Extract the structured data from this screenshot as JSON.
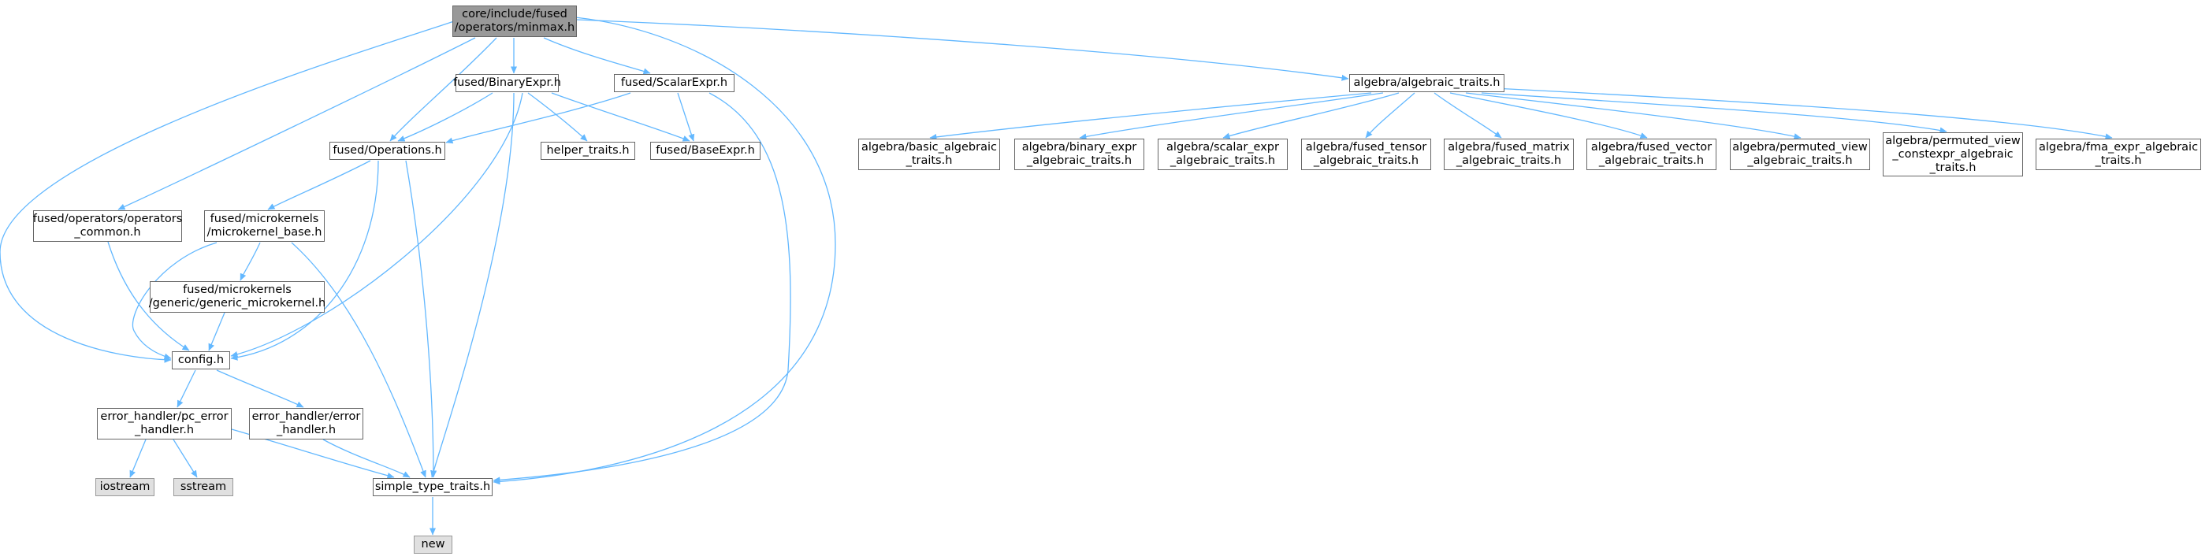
{
  "colors": {
    "edge": "#63b8ff",
    "focus_fill": "#999999",
    "external_fill": "#e0e0e0",
    "border": "#666666"
  },
  "nodes": {
    "minmax": {
      "lines": [
        "core/include/fused",
        "/operators/minmax.h"
      ],
      "kind": "focus"
    },
    "binaryexpr": {
      "lines": [
        "fused/BinaryExpr.h"
      ],
      "kind": "file"
    },
    "scalarexpr": {
      "lines": [
        "fused/ScalarExpr.h"
      ],
      "kind": "file"
    },
    "algtraits": {
      "lines": [
        "algebra/algebraic_traits.h"
      ],
      "kind": "file"
    },
    "operations": {
      "lines": [
        "fused/Operations.h"
      ],
      "kind": "file"
    },
    "helper": {
      "lines": [
        "helper_traits.h"
      ],
      "kind": "file"
    },
    "baseexpr": {
      "lines": [
        "fused/BaseExpr.h"
      ],
      "kind": "file"
    },
    "opcommon": {
      "lines": [
        "fused/operators/operators",
        "_common.h"
      ],
      "kind": "file"
    },
    "mkbase": {
      "lines": [
        "fused/microkernels",
        "/microkernel_base.h"
      ],
      "kind": "file"
    },
    "mkgeneric": {
      "lines": [
        "fused/microkernels",
        "/generic/generic_microkernel.h"
      ],
      "kind": "file"
    },
    "config": {
      "lines": [
        "config.h"
      ],
      "kind": "file"
    },
    "pcerr": {
      "lines": [
        "error_handler/pc_error",
        "_handler.h"
      ],
      "kind": "file"
    },
    "err": {
      "lines": [
        "error_handler/error",
        "_handler.h"
      ],
      "kind": "file"
    },
    "iostream": {
      "lines": [
        "iostream"
      ],
      "kind": "external"
    },
    "sstream": {
      "lines": [
        "sstream"
      ],
      "kind": "external"
    },
    "stt": {
      "lines": [
        "simple_type_traits.h"
      ],
      "kind": "file"
    },
    "new": {
      "lines": [
        "new"
      ],
      "kind": "external"
    },
    "basicalg": {
      "lines": [
        "algebra/basic_algebraic",
        "_traits.h"
      ],
      "kind": "file"
    },
    "binalg": {
      "lines": [
        "algebra/binary_expr",
        "_algebraic_traits.h"
      ],
      "kind": "file"
    },
    "scalalg": {
      "lines": [
        "algebra/scalar_expr",
        "_algebraic_traits.h"
      ],
      "kind": "file"
    },
    "tensoralg": {
      "lines": [
        "algebra/fused_tensor",
        "_algebraic_traits.h"
      ],
      "kind": "file"
    },
    "matrixalg": {
      "lines": [
        "algebra/fused_matrix",
        "_algebraic_traits.h"
      ],
      "kind": "file"
    },
    "vectoralg": {
      "lines": [
        "algebra/fused_vector",
        "_algebraic_traits.h"
      ],
      "kind": "file"
    },
    "permalg": {
      "lines": [
        "algebra/permuted_view",
        "_algebraic_traits.h"
      ],
      "kind": "file"
    },
    "permconstalg": {
      "lines": [
        "algebra/permuted_view",
        "_constexpr_algebraic",
        "_traits.h"
      ],
      "kind": "file"
    },
    "fmaalg": {
      "lines": [
        "algebra/fma_expr_algebraic",
        "_traits.h"
      ],
      "kind": "file"
    }
  }
}
